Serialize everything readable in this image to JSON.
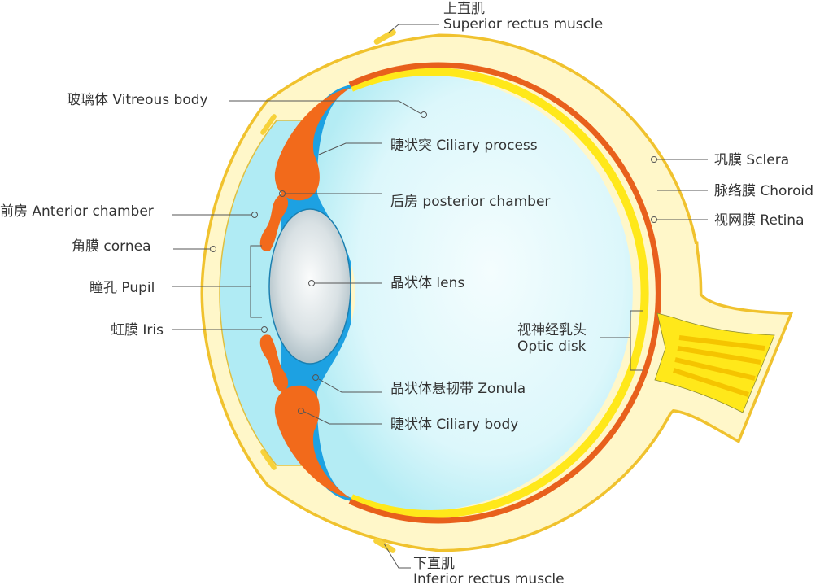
{
  "colors": {
    "sclera_fill": "#fff7c9",
    "sclera_stroke": "#f0c22e",
    "choroid": "#e8601c",
    "retina": "#ffe81a",
    "vitreous": "#e9fbfd",
    "aqueous": "#b0ebf4",
    "zonula_blue": "#1da1e2",
    "ciliary_orange": "#f26a1b",
    "lens": "#b9c8cf",
    "nerve_stripe": "#f5c400"
  },
  "labels": {
    "superior_rectus_zh": "上直肌",
    "superior_rectus_en": "Superior rectus muscle",
    "vitreous": "玻璃体 Vitreous body",
    "ciliary_process": "睫状突  Ciliary process",
    "posterior_chamber": "后房 posterior chamber",
    "anterior_chamber": "前房 Anterior chamber",
    "cornea": "角膜 cornea",
    "pupil": "瞳孔 Pupil",
    "lens": "晶状体 lens",
    "iris": "虹膜 Iris",
    "zonula": "晶状体悬韧带 Zonula",
    "ciliary_body": "睫状体 Ciliary body",
    "sclera": "巩膜 Sclera",
    "choroid": "脉络膜 Choroid",
    "retina": "视网膜 Retina",
    "optic_disk_zh": "视神经乳头",
    "optic_disk_en": "Optic disk",
    "inferior_rectus_zh": "下直肌",
    "inferior_rectus_en": "Inferior rectus muscle"
  }
}
